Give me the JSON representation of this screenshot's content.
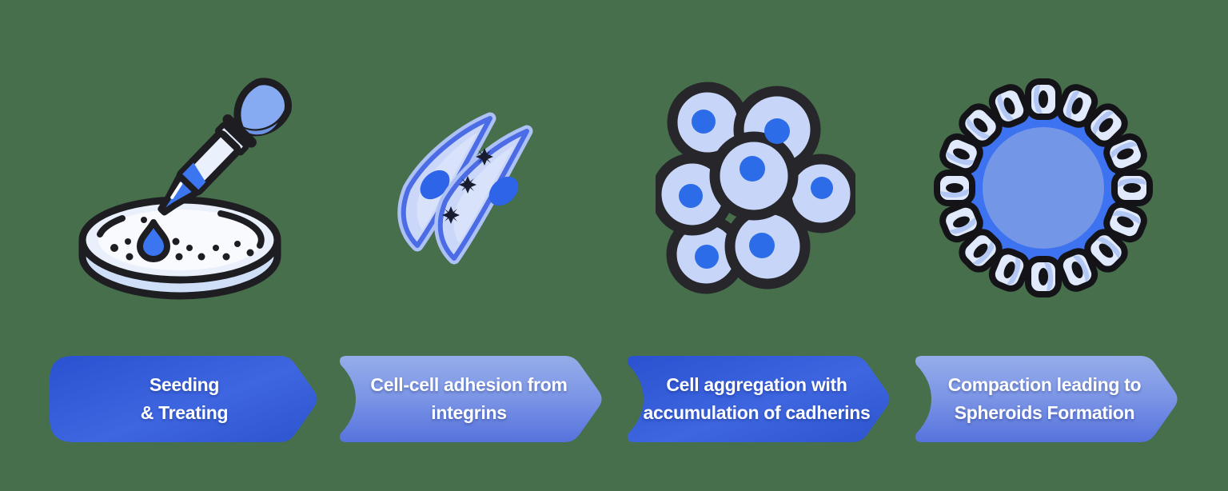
{
  "diagram": {
    "name": "spheroid-formation-process",
    "background_color": "#476F4C"
  },
  "steps": [
    {
      "id": "seeding-treating",
      "icon": "pipette-petri-dish-icon",
      "variant": "dark",
      "line1": "Seeding",
      "line2": "& Treating"
    },
    {
      "id": "cell-cell-adhesion",
      "icon": "two-cells-integrins-icon",
      "variant": "light",
      "line1": "Cell-cell adhesion from",
      "line2": "integrins"
    },
    {
      "id": "cell-aggregation",
      "icon": "cell-cluster-icon",
      "variant": "dark",
      "line1": "Cell aggregation with",
      "line2": "accumulation of cadherins"
    },
    {
      "id": "compaction-spheroids",
      "icon": "spheroid-ring-icon",
      "variant": "light",
      "line1": "Compaction leading to",
      "line2": "Spheroids Formation"
    }
  ],
  "colors": {
    "background_green": "#476F4C",
    "banner_dark_start": "#2A52D0",
    "banner_dark_end": "#2D54CC",
    "banner_light_start": "#95ADE9",
    "banner_light_end": "#5673DD",
    "banner_text": "#FFFFFF",
    "icon_outline": "#1E1E22",
    "cell_fill_light": "#C7D6F8",
    "cell_membrane_blue": "#4A6BE4",
    "nucleus_blue": "#2D6CE8",
    "liquid_blue": "#3B76F0",
    "pipette_bulb_blue": "#87ABF3",
    "spheroid_ring_blue": "#3D72F1",
    "spheroid_core_blue": "#7496E6",
    "integrin_dark": "#171C30"
  }
}
